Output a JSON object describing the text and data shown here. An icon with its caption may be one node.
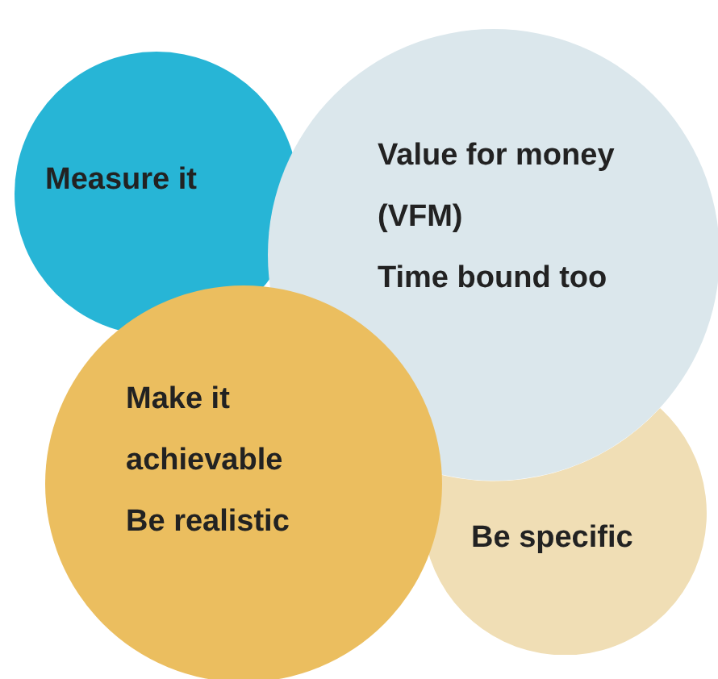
{
  "diagram": {
    "nodes": [
      {
        "text": [
          "Measure it"
        ]
      },
      {
        "text": [
          "Value for money (VFM)",
          "Time bound too"
        ]
      },
      {
        "text": [
          "Make it achievable",
          "Be realistic"
        ]
      },
      {
        "text": [
          "Be specific"
        ]
      }
    ]
  }
}
